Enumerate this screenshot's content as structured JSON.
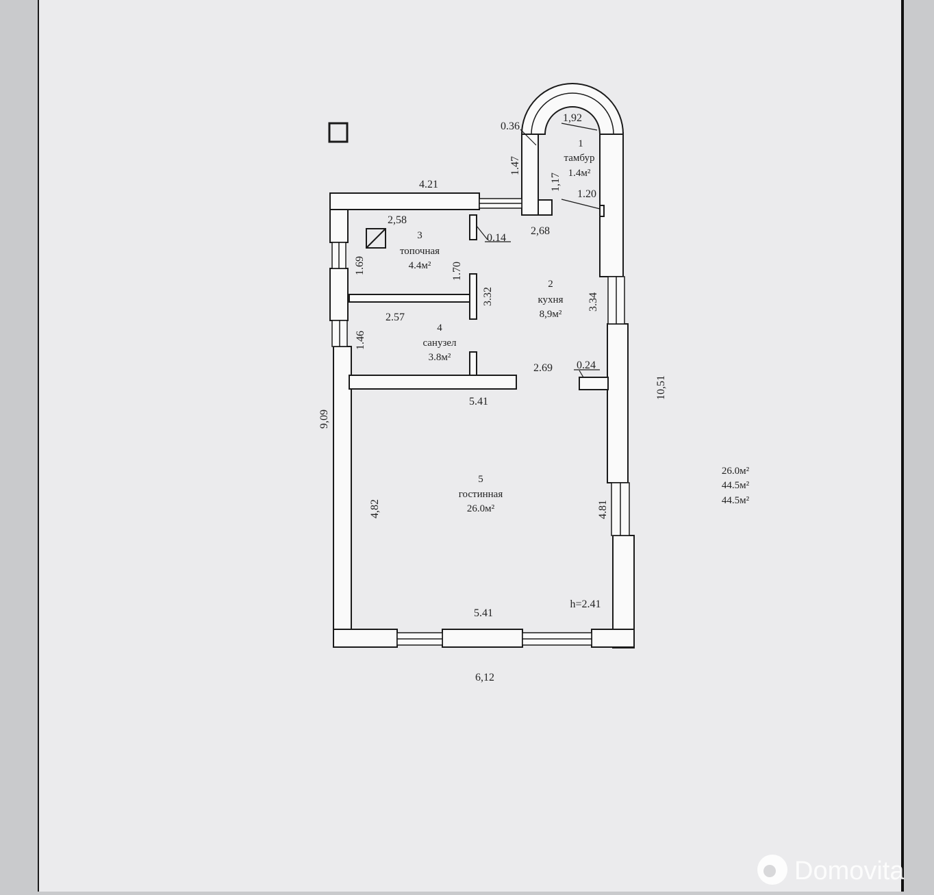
{
  "rooms": [
    {
      "num": "1",
      "name": "тамбур",
      "area": "1.4м²"
    },
    {
      "num": "2",
      "name": "кухня",
      "area": "8,9м²"
    },
    {
      "num": "3",
      "name": "топочная",
      "area": "4.4м²"
    },
    {
      "num": "4",
      "name": "санузел",
      "area": "3.8м²"
    },
    {
      "num": "5",
      "name": "гостинная",
      "area": "26.0м²"
    }
  ],
  "dimensions": {
    "vestibule_arc": "1,92",
    "vestibule_wall": "0.36",
    "vestibule_left": "1.47",
    "vestibule_inner": "1,17",
    "vestibule_width": "1.20",
    "top_wall": "4.21",
    "boiler_width": "2,58",
    "kitchen_top": "2,68",
    "partition_small": "0.14",
    "boiler_left": "1.69",
    "boiler_right": "1.70",
    "kitchen_partition": "3.32",
    "kitchen_right": "3.34",
    "bath_width": "2.57",
    "bath_left": "1.46",
    "kitchen_bottom": "2.69",
    "kitchen_wall": "0.24",
    "living_top": "5.41",
    "left_total": "9,09",
    "right_total": "10,51",
    "living_left": "4,82",
    "living_right": "4.81",
    "living_bottom": "5.41",
    "ceiling_height": "h=2.41",
    "outer_bottom": "6,12"
  },
  "totals": [
    "26.0м²",
    "44.5м²",
    "44.5м²"
  ],
  "watermark": "Domovita"
}
